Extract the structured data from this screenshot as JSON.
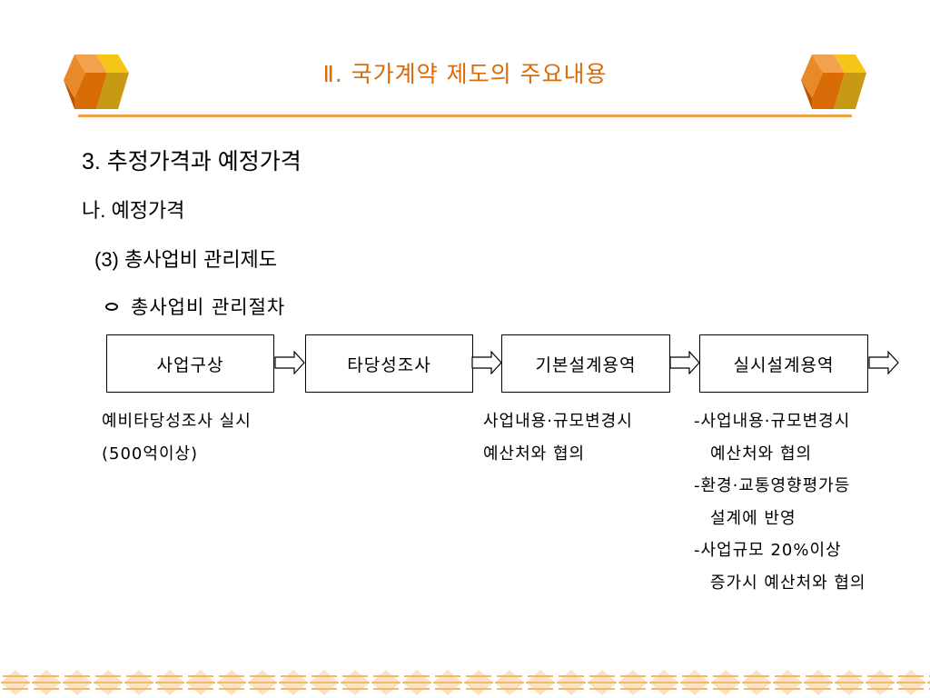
{
  "header": {
    "title": "Ⅱ. 국가계약 제도의 주요내용",
    "accent_color": "#d96c06",
    "rule_color": "#f0a040"
  },
  "outline": {
    "section": "3. 추정가격과 예정가격",
    "subsection": "나. 예정가격",
    "item": "(3) 총사업비 관리제도",
    "bullet": "총사업비 관리절차"
  },
  "flow": {
    "steps": [
      "사업구상",
      "타당성조사",
      "기본설계용역",
      "실시설계용역"
    ]
  },
  "notes": {
    "col1": [
      "예비타당성조사 실시",
      "(500억이상)"
    ],
    "col2": [
      "사업내용·규모변경시",
      "예산처와 협의"
    ],
    "col3": [
      "-사업내용·규모변경시",
      "예산처와 협의",
      "-환경·교통영향평가등",
      "설계에 반영",
      "-사업규모 20%이상",
      "증가시 예산처와 협의"
    ]
  },
  "icons": {
    "left": "orange-cube-icon",
    "right": "orange-cube-icon",
    "flow_arrow": "right-arrow-icon",
    "bullet": "ellipse-bullet-icon"
  }
}
